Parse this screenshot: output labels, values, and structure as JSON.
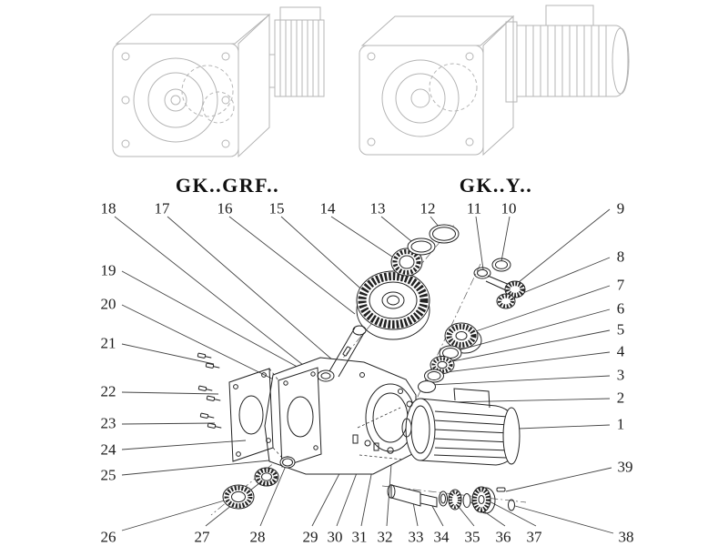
{
  "figure": {
    "model_left": "GK..GRF..",
    "model_right": "GK..Y.."
  },
  "callouts": [
    "18",
    "17",
    "16",
    "15",
    "14",
    "13",
    "12",
    "11",
    "10",
    "9",
    "8",
    "7",
    "6",
    "5",
    "4",
    "3",
    "2",
    "1",
    "39",
    "38",
    "19",
    "20",
    "21",
    "22",
    "23",
    "24",
    "25",
    "26",
    "27",
    "28",
    "29",
    "30",
    "31",
    "32",
    "33",
    "34",
    "35",
    "36",
    "37"
  ],
  "colors": {
    "line_ink": "#222222",
    "ghost_ink": "#b5b5b5",
    "background": "#ffffff"
  }
}
